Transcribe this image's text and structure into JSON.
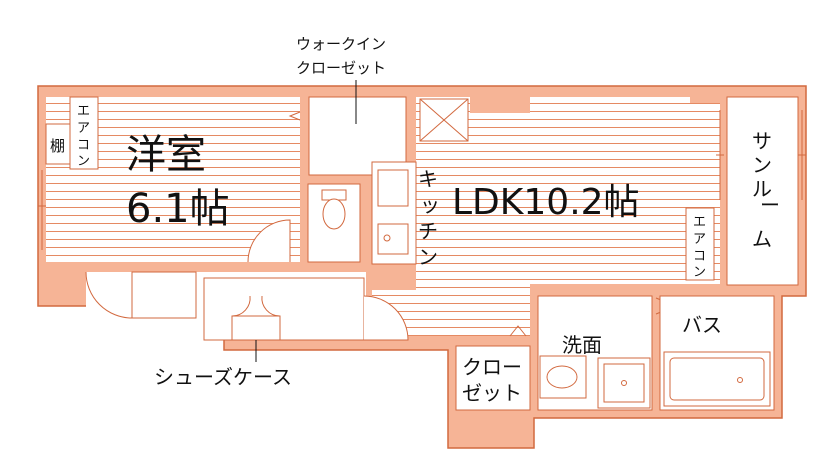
{
  "colors": {
    "wall": "#f6b496",
    "wall_stroke": "#d2693f",
    "floor_line": "#e58a63",
    "fixture": "#ffffff"
  },
  "labels": {
    "walkin_closet": [
      "ウォークイン",
      "クローゼット"
    ],
    "bedroom": "洋室",
    "bedroom_size": "6.1帖",
    "ldk": "LDK10.2帖",
    "kitchen": [
      "キ",
      "ッ",
      "チ",
      "ン"
    ],
    "sunroom": [
      "サ",
      "ン",
      "ル",
      "ー",
      "ム"
    ],
    "aircon": [
      "エ",
      "ア",
      "コ",
      "ン"
    ],
    "shelf": "棚",
    "washroom": "洗面",
    "bath": "バス",
    "closet": [
      "クロー",
      "ゼット"
    ],
    "shoe_case": "シューズケース"
  }
}
